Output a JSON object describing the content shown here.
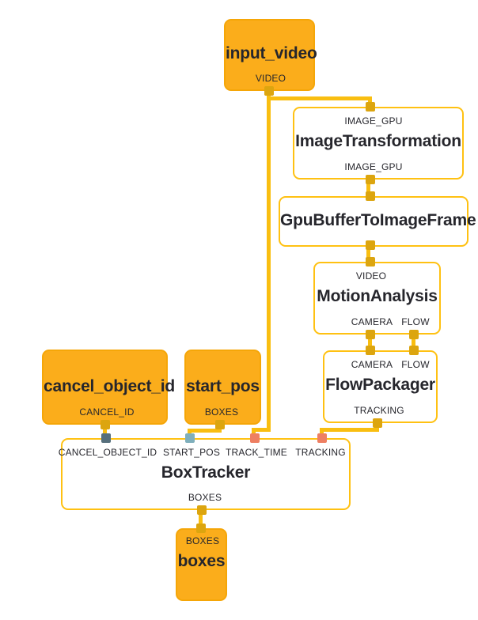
{
  "diagram": {
    "name": "mediapipe-style-graph",
    "colors": {
      "edge": "#F9BE10",
      "node_fill": "#FBAD1B",
      "node_stroke": "#F5A608",
      "node_border": "#FFC112",
      "port_amber": "#DCA50F",
      "port_slate": "#566F7C",
      "port_teal": "#7FAFBC",
      "port_salmon": "#EE7F62",
      "text": "#26262C"
    },
    "nodes": [
      {
        "id": "input_video",
        "type": "stream",
        "title": "input_video",
        "ports_bottom": [
          "VIDEO"
        ]
      },
      {
        "id": "ImageTransformation",
        "type": "calculator",
        "title": "ImageTransformation",
        "ports_top": [
          "IMAGE_GPU"
        ],
        "ports_bottom": [
          "IMAGE_GPU"
        ]
      },
      {
        "id": "GpuBufferToImageFrame",
        "type": "calculator",
        "title": "GpuBufferToImageFrame",
        "ports_top": [],
        "ports_bottom": []
      },
      {
        "id": "MotionAnalysis",
        "type": "calculator",
        "title": "MotionAnalysis",
        "ports_top": [
          "VIDEO"
        ],
        "ports_bottom": [
          "CAMERA",
          "FLOW"
        ]
      },
      {
        "id": "FlowPackager",
        "type": "calculator",
        "title": "FlowPackager",
        "ports_top": [
          "CAMERA",
          "FLOW"
        ],
        "ports_bottom": [
          "TRACKING"
        ]
      },
      {
        "id": "cancel_object_id",
        "type": "stream",
        "title": "cancel_object_id",
        "ports_bottom": [
          "CANCEL_ID"
        ]
      },
      {
        "id": "start_pos",
        "type": "stream",
        "title": "start_pos",
        "ports_bottom": [
          "BOXES"
        ]
      },
      {
        "id": "BoxTracker",
        "type": "calculator",
        "title": "BoxTracker",
        "ports_top": [
          "CANCEL_OBJECT_ID",
          "START_POS",
          "TRACK_TIME",
          "TRACKING"
        ],
        "ports_bottom": [
          "BOXES"
        ]
      },
      {
        "id": "boxes",
        "type": "stream",
        "title": "boxes",
        "ports_top": [
          "BOXES"
        ]
      }
    ],
    "edges": [
      {
        "from": "input_video:VIDEO",
        "to": "ImageTransformation:IMAGE_GPU"
      },
      {
        "from": "input_video:VIDEO",
        "to": "BoxTracker:TRACK_TIME"
      },
      {
        "from": "ImageTransformation:IMAGE_GPU",
        "to": "GpuBufferToImageFrame"
      },
      {
        "from": "GpuBufferToImageFrame",
        "to": "MotionAnalysis:VIDEO"
      },
      {
        "from": "MotionAnalysis:CAMERA",
        "to": "FlowPackager:CAMERA"
      },
      {
        "from": "MotionAnalysis:FLOW",
        "to": "FlowPackager:FLOW"
      },
      {
        "from": "FlowPackager:TRACKING",
        "to": "BoxTracker:TRACKING"
      },
      {
        "from": "cancel_object_id:CANCEL_ID",
        "to": "BoxTracker:CANCEL_OBJECT_ID"
      },
      {
        "from": "start_pos:BOXES",
        "to": "BoxTracker:START_POS"
      },
      {
        "from": "BoxTracker:BOXES",
        "to": "boxes:BOXES"
      }
    ]
  }
}
